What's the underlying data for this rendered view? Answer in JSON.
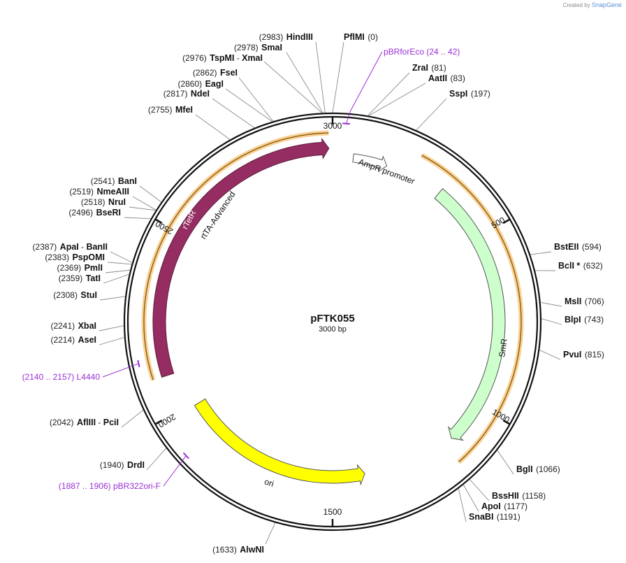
{
  "credit": {
    "created_by": "Created by",
    "brand": "SnapGene"
  },
  "plasmid": {
    "name": "pFTK055",
    "length_label": "3000 bp",
    "length": 3000
  },
  "ticks": [
    {
      "pos": 3000,
      "label": "3000"
    },
    {
      "pos": 500,
      "label": "500"
    },
    {
      "pos": 1000,
      "label": "1000"
    },
    {
      "pos": 1500,
      "label": "1500"
    },
    {
      "pos": 2000,
      "label": "2000"
    },
    {
      "pos": 2500,
      "label": "2500"
    }
  ],
  "features": [
    {
      "name": "rTetR",
      "label": "rTetR",
      "label2": "rtTA-Advanced",
      "start": 2100,
      "end": 2990,
      "color": "#962d62",
      "direction": "cw",
      "label_color": "#ffffff"
    },
    {
      "name": "AmpR promoter",
      "label": "AmpR promoter",
      "start": 60,
      "end": 160,
      "color": "#ffffff",
      "direction": "cw",
      "label_color": "#111111"
    },
    {
      "name": "SmR",
      "label": "SmR",
      "start": 330,
      "end": 1120,
      "color": "#ccffcc",
      "direction": "cw",
      "label_color": "#111111"
    },
    {
      "name": "ori",
      "label": "ori",
      "start": 1400,
      "end": 1990,
      "color": "#ffff00",
      "direction": "ccw",
      "label_color": "#111111"
    }
  ],
  "orange_arcs": [
    {
      "start": 2100,
      "end": 2990
    },
    {
      "start": 235,
      "end": 1150
    }
  ],
  "sites": [
    {
      "name": "HindIII",
      "pos": "(2983)",
      "bp": 2983,
      "side": "left"
    },
    {
      "name": "SmaI",
      "pos": "(2978)",
      "bp": 2978,
      "side": "left"
    },
    {
      "name": "TspMI",
      "alt": "XmaI",
      "pos": "(2976)",
      "bp": 2976,
      "side": "left"
    },
    {
      "name": "FseI",
      "pos": "(2862)",
      "bp": 2862,
      "side": "left"
    },
    {
      "name": "EagI",
      "pos": "(2860)",
      "bp": 2860,
      "side": "left"
    },
    {
      "name": "NdeI",
      "pos": "(2817)",
      "bp": 2817,
      "side": "left"
    },
    {
      "name": "MfeI",
      "pos": "(2755)",
      "bp": 2755,
      "side": "left"
    },
    {
      "name": "BanI",
      "pos": "(2541)",
      "bp": 2541,
      "side": "left"
    },
    {
      "name": "NmeAIII",
      "pos": "(2519)",
      "bp": 2519,
      "side": "left"
    },
    {
      "name": "NruI",
      "pos": "(2518)",
      "bp": 2518,
      "side": "left"
    },
    {
      "name": "BseRI",
      "pos": "(2496)",
      "bp": 2496,
      "side": "left"
    },
    {
      "name": "ApaI",
      "alt": "BanII",
      "pos": "(2387)",
      "bp": 2387,
      "side": "left"
    },
    {
      "name": "PspOMI",
      "pos": "(2383)",
      "bp": 2383,
      "side": "left"
    },
    {
      "name": "PmlI",
      "pos": "(2369)",
      "bp": 2369,
      "side": "left"
    },
    {
      "name": "TatI",
      "pos": "(2359)",
      "bp": 2359,
      "side": "left"
    },
    {
      "name": "StuI",
      "pos": "(2308)",
      "bp": 2308,
      "side": "left"
    },
    {
      "name": "XbaI",
      "pos": "(2241)",
      "bp": 2241,
      "side": "left"
    },
    {
      "name": "AseI",
      "pos": "(2214)",
      "bp": 2214,
      "side": "left"
    },
    {
      "name": "AflIII",
      "alt": "PciI",
      "pos": "(2042)",
      "bp": 2042,
      "side": "left"
    },
    {
      "name": "DrdI",
      "pos": "(1940)",
      "bp": 1940,
      "side": "left"
    },
    {
      "name": "AlwNI",
      "pos": "(1633)",
      "bp": 1633,
      "side": "left"
    },
    {
      "name": "PflMI",
      "pos": "(0)",
      "bp": 0,
      "side": "right"
    },
    {
      "name": "ZraI",
      "pos": "(81)",
      "bp": 81,
      "side": "right"
    },
    {
      "name": "AatII",
      "pos": "(83)",
      "bp": 83,
      "side": "right"
    },
    {
      "name": "SspI",
      "pos": "(197)",
      "bp": 197,
      "side": "right"
    },
    {
      "name": "BstEII",
      "pos": "(594)",
      "bp": 594,
      "side": "right"
    },
    {
      "name": "BclI *",
      "pos": "(632)",
      "bp": 632,
      "side": "right"
    },
    {
      "name": "MslI",
      "pos": "(706)",
      "bp": 706,
      "side": "right"
    },
    {
      "name": "BlpI",
      "pos": "(743)",
      "bp": 743,
      "side": "right"
    },
    {
      "name": "PvuI",
      "pos": "(815)",
      "bp": 815,
      "side": "right"
    },
    {
      "name": "BglI",
      "pos": "(1066)",
      "bp": 1066,
      "side": "right"
    },
    {
      "name": "BssHII",
      "pos": "(1158)",
      "bp": 1158,
      "side": "right"
    },
    {
      "name": "ApoI",
      "pos": "(1177)",
      "bp": 1177,
      "side": "right"
    },
    {
      "name": "SnaBI",
      "pos": "(1191)",
      "bp": 1191,
      "side": "right"
    }
  ],
  "primers": [
    {
      "name": "pBRforEco",
      "range": "(24 .. 42)",
      "start": 24,
      "end": 42,
      "side": "right"
    },
    {
      "name": "L4440",
      "range": "(2140 .. 2157)",
      "start": 2140,
      "end": 2157,
      "side": "left"
    },
    {
      "name": "pBR322ori-F",
      "range": "(1887 .. 1906)",
      "start": 1887,
      "end": 1906,
      "side": "left"
    }
  ],
  "colors": {
    "backbone": "#111111",
    "primer": "#9a2fd4",
    "orange": "#f2a33a",
    "leader": "#888888"
  }
}
